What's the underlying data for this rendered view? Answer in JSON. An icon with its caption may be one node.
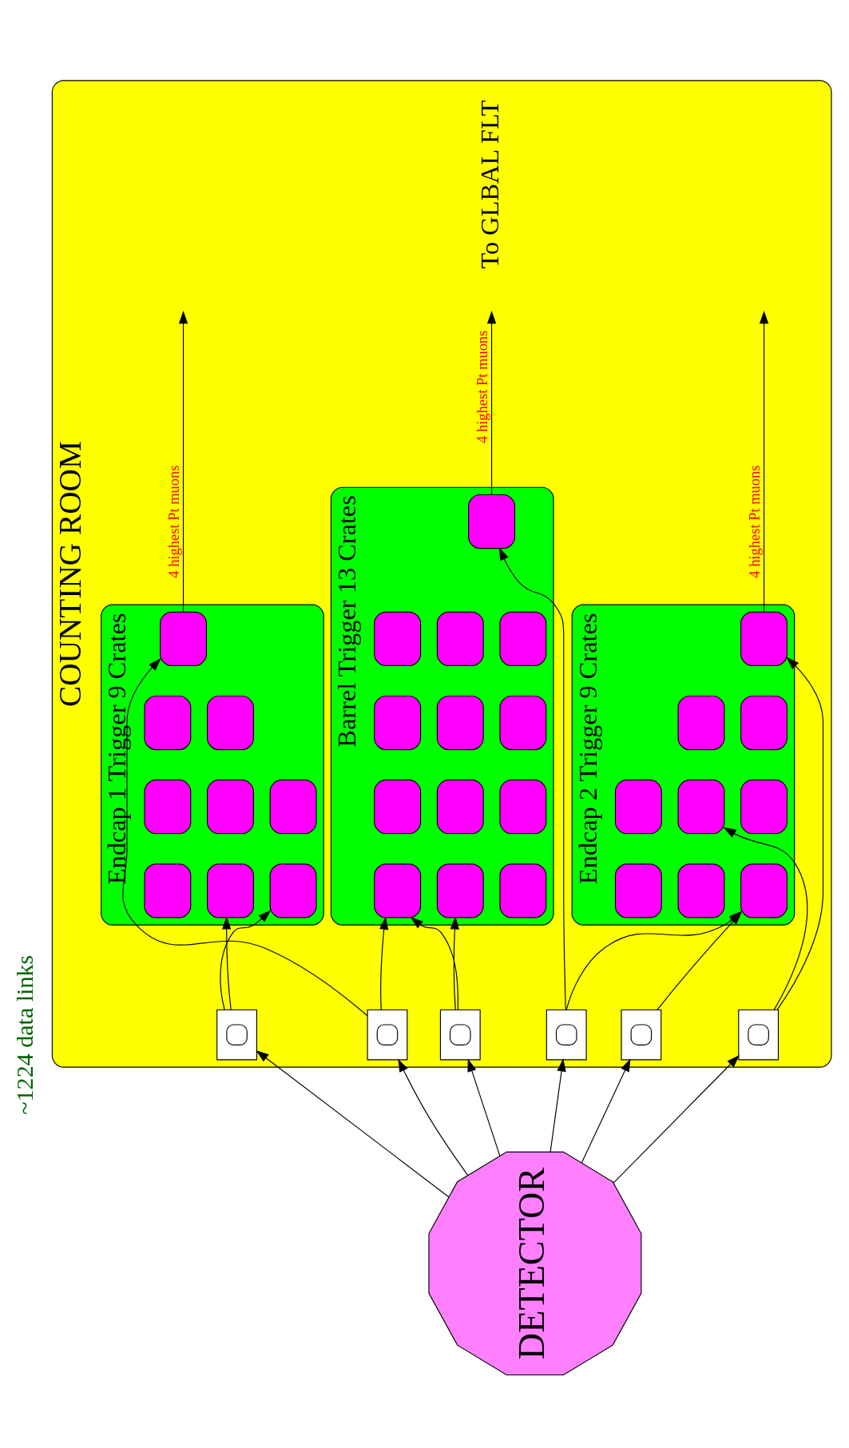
{
  "diagram": {
    "nodes": [
      {
        "text": [
          "COUNTING ROOM"
        ]
      },
      {
        "text": [
          "Endcap 1 Trigger 9 Crates"
        ],
        "in": 0
      },
      {
        "text": [],
        "shape": "box",
        "in": 1
      },
      {
        "text": [],
        "shape": "box",
        "in": 1
      },
      {
        "text": [],
        "shape": "box",
        "in": 1
      },
      {
        "text": [],
        "shape": "box",
        "in": 1
      },
      {
        "text": [],
        "shape": "box",
        "in": 1
      },
      {
        "text": [],
        "shape": "box",
        "in": 1
      },
      {
        "text": [],
        "shape": "box",
        "in": 1
      },
      {
        "text": [],
        "shape": "box",
        "in": 1
      },
      {
        "text": [],
        "shape": "box",
        "in": 1
      },
      {
        "text": [
          "Barrel Trigger 13 Crates"
        ],
        "in": 0
      },
      {
        "text": [],
        "shape": "box",
        "in": 11
      },
      {
        "text": [],
        "shape": "box",
        "in": 11
      },
      {
        "text": [],
        "shape": "box",
        "in": 11
      },
      {
        "text": [],
        "shape": "box",
        "in": 11
      },
      {
        "text": [],
        "shape": "box",
        "in": 11
      },
      {
        "text": [],
        "shape": "box",
        "in": 11
      },
      {
        "text": [],
        "shape": "box",
        "in": 11
      },
      {
        "text": [],
        "shape": "box",
        "in": 11
      },
      {
        "text": [],
        "shape": "box",
        "in": 11
      },
      {
        "text": [],
        "shape": "box",
        "in": 11
      },
      {
        "text": [],
        "shape": "box",
        "in": 11
      },
      {
        "text": [],
        "shape": "box",
        "in": 11
      },
      {
        "text": [],
        "shape": "box",
        "in": 11
      },
      {
        "text": [
          "Endcap 2 Trigger 9 Crates"
        ],
        "in": 0
      },
      {
        "text": [],
        "shape": "box",
        "in": 25
      },
      {
        "text": [],
        "shape": "box",
        "in": 25
      },
      {
        "text": [],
        "shape": "box",
        "in": 25
      },
      {
        "text": [],
        "shape": "box",
        "in": 25
      },
      {
        "text": [],
        "shape": "box",
        "in": 25
      },
      {
        "text": [],
        "shape": "box",
        "in": 25
      },
      {
        "text": [],
        "shape": "box",
        "in": 25
      },
      {
        "text": [],
        "shape": "box",
        "in": 25
      },
      {
        "text": [],
        "shape": "box",
        "in": 25
      },
      {
        "text": [],
        "shape": "box",
        "in": 0
      },
      {
        "text": [],
        "shape": "box",
        "in": 0
      },
      {
        "text": [],
        "shape": "box",
        "in": 0
      },
      {
        "text": [],
        "shape": "box",
        "in": 0
      },
      {
        "text": [],
        "shape": "box",
        "in": 0
      },
      {
        "text": [],
        "shape": "box",
        "in": 0
      },
      {
        "text": [
          "DETECTOR"
        ]
      }
    ],
    "edges": [
      {
        "from": 41,
        "to": 35,
        "arrow": "to"
      },
      {
        "from": 41,
        "to": 36,
        "arrow": "to"
      },
      {
        "from": 41,
        "to": 37,
        "arrow": "to"
      },
      {
        "from": 41,
        "to": 38,
        "arrow": "to"
      },
      {
        "from": 41,
        "to": 39,
        "arrow": "to"
      },
      {
        "from": 41,
        "to": 40,
        "arrow": "to"
      },
      {
        "from": 35,
        "to": 5,
        "arrow": "to"
      },
      {
        "from": 35,
        "to": 7,
        "arrow": "to"
      },
      {
        "from": 36,
        "to": 2,
        "arrow": "to"
      },
      {
        "from": 36,
        "to": 16,
        "arrow": "to"
      },
      {
        "from": 37,
        "to": 16,
        "arrow": "to"
      },
      {
        "from": 37,
        "to": 20,
        "arrow": "to"
      },
      {
        "from": 38,
        "to": 12,
        "arrow": "to"
      },
      {
        "from": 38,
        "to": 29,
        "arrow": "to"
      },
      {
        "from": 39,
        "to": 29,
        "arrow": "to"
      },
      {
        "from": 40,
        "to": 26,
        "arrow": "to"
      },
      {
        "from": 40,
        "to": 33,
        "arrow": "to"
      },
      {
        "from": 2,
        "to": null,
        "arrow": "to",
        "label": "4 highest Pt muons"
      },
      {
        "from": 12,
        "to": null,
        "arrow": "to",
        "label": "4 highest Pt muons"
      },
      {
        "from": 26,
        "to": null,
        "arrow": "to",
        "label": "4 highest Pt muons"
      }
    ],
    "labels": [
      "To GLBAL FLT",
      "~1224 data links"
    ]
  }
}
